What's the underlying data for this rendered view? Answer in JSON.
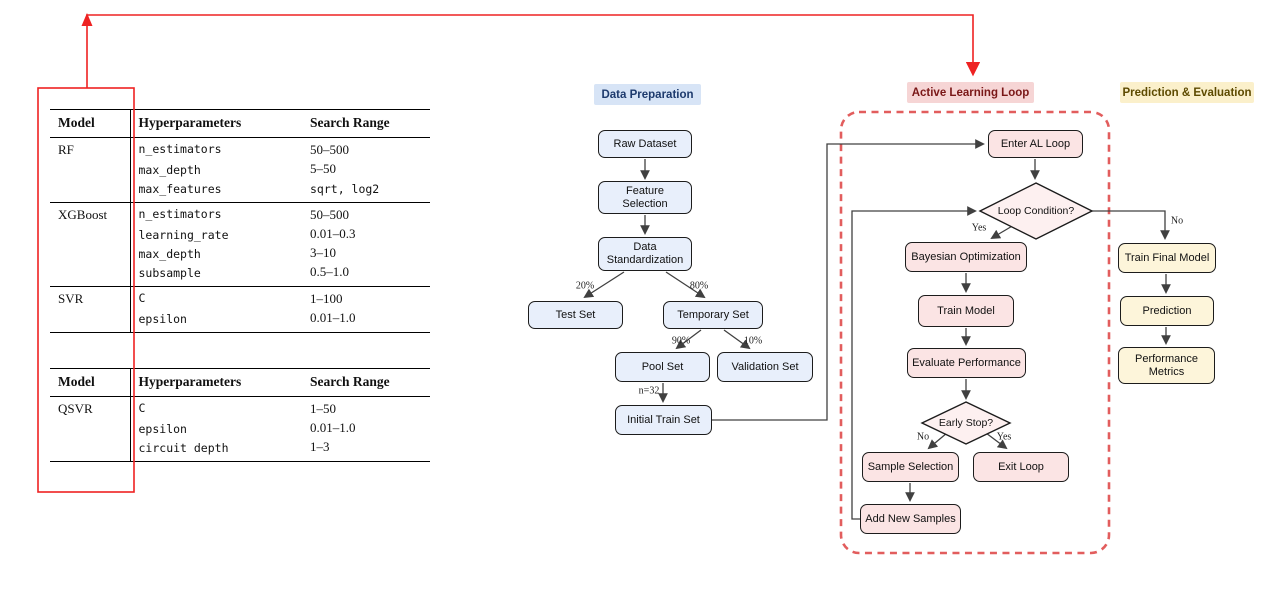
{
  "colors": {
    "accent_red": "#ee2222",
    "dashed_loop_border": "#e25d5d",
    "blue_fill": "#e8effb",
    "pink_fill": "#fbe4e4",
    "yellow_fill": "#fdf5da",
    "blue_title_bg": "#d7e4f6",
    "pink_title_bg": "#f6d5d5",
    "yellow_title_bg": "#fbf0cb"
  },
  "tables": [
    {
      "headers": [
        "Model",
        "Hyperparameters",
        "Search Range"
      ],
      "groups": [
        {
          "model": "RF",
          "rows": [
            {
              "param": "n_estimators",
              "range": "50–500",
              "mono": false
            },
            {
              "param": "max_depth",
              "range": "5–50",
              "mono": false
            },
            {
              "param": "max_features",
              "range": "sqrt, log2",
              "mono": true
            }
          ]
        },
        {
          "model": "XGBoost",
          "rows": [
            {
              "param": "n_estimators",
              "range": "50–500",
              "mono": false
            },
            {
              "param": "learning_rate",
              "range": "0.01–0.3",
              "mono": false
            },
            {
              "param": "max_depth",
              "range": "3–10",
              "mono": false
            },
            {
              "param": "subsample",
              "range": "0.5–1.0",
              "mono": false
            }
          ]
        },
        {
          "model": "SVR",
          "rows": [
            {
              "param": "C",
              "range": "1–100",
              "mono": false
            },
            {
              "param": "epsilon",
              "range": "0.01–1.0",
              "mono": false
            }
          ]
        }
      ]
    },
    {
      "headers": [
        "Model",
        "Hyperparameters",
        "Search Range"
      ],
      "groups": [
        {
          "model": "QSVR",
          "rows": [
            {
              "param": "C",
              "range": "1–50",
              "mono": false
            },
            {
              "param": "epsilon",
              "range": "0.01–1.0",
              "mono": false
            },
            {
              "param": "circuit depth",
              "range": "1–3",
              "mono": false
            }
          ]
        }
      ]
    }
  ],
  "flow": {
    "data_prep": {
      "title": "Data Preparation",
      "nodes": {
        "raw_dataset": "Raw Dataset",
        "feature_selection": "Feature Selection",
        "data_standardization": "Data Standardization",
        "test_set": "Test Set",
        "temporary_set": "Temporary Set",
        "pool_set": "Pool Set",
        "validation_set": "Validation Set",
        "initial_train_set": "Initial Train Set"
      },
      "edge_labels": {
        "test_split": "20%",
        "temp_split": "80%",
        "pool_split": "90%",
        "val_split": "10%",
        "initial_n": "n=32"
      }
    },
    "al_loop": {
      "title": "Active Learning Loop",
      "nodes": {
        "enter": "Enter AL Loop",
        "loop_condition": "Loop Condition?",
        "bayesian_optimization": "Bayesian Optimization",
        "train_model": "Train Model",
        "evaluate_performance": "Evaluate Performance",
        "early_stop": "Early Stop?",
        "sample_selection": "Sample Selection",
        "exit_loop": "Exit Loop",
        "add_new_samples": "Add New Samples"
      },
      "edge_labels": {
        "loop_yes": "Yes",
        "loop_no": "No",
        "early_no": "No",
        "early_yes": "Yes"
      }
    },
    "prediction_evaluation": {
      "title": "Prediction & Evaluation",
      "nodes": {
        "train_final_model": "Train Final Model",
        "prediction": "Prediction",
        "performance_metrics": "Performance Metrics"
      }
    }
  }
}
